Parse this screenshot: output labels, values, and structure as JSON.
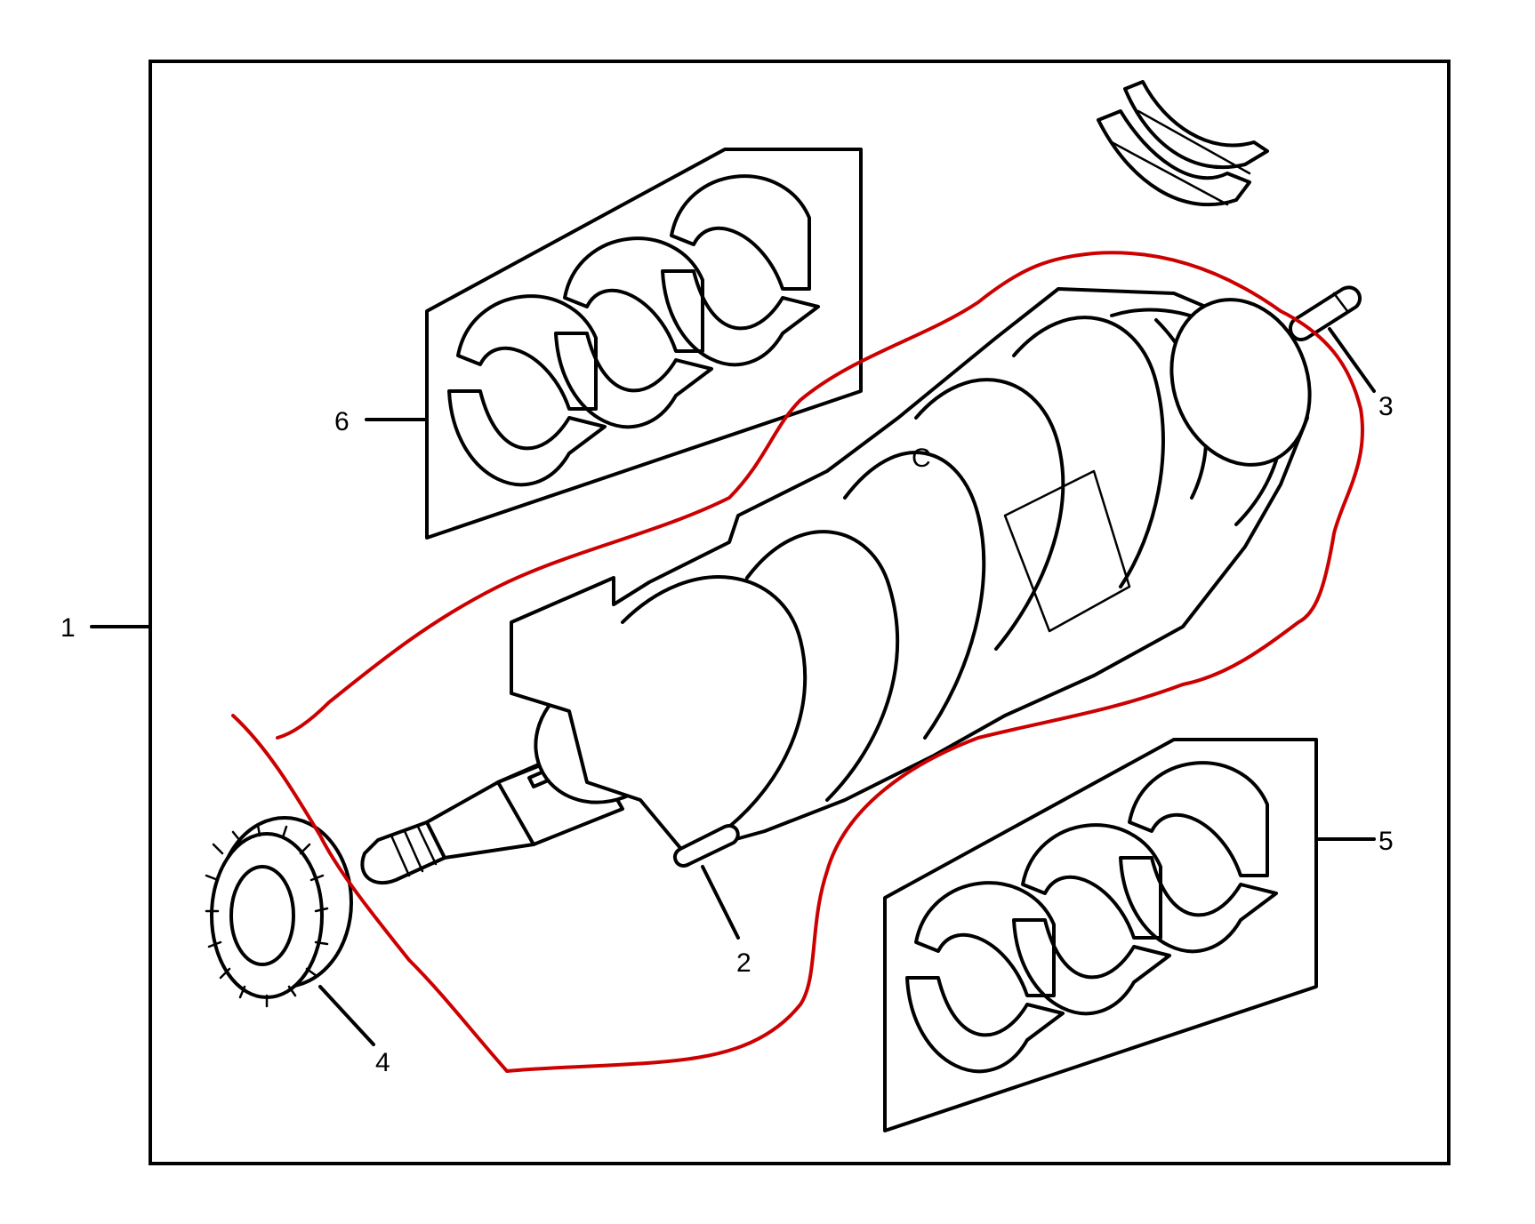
{
  "callouts": [
    {
      "id": "1",
      "label": "1"
    },
    {
      "id": "2",
      "label": "2"
    },
    {
      "id": "3",
      "label": "3"
    },
    {
      "id": "4",
      "label": "4"
    },
    {
      "id": "5",
      "label": "5"
    },
    {
      "id": "6",
      "label": "6"
    }
  ],
  "crank_mark": "C",
  "highlight_color": "#cc0000",
  "line_color": "#000000"
}
